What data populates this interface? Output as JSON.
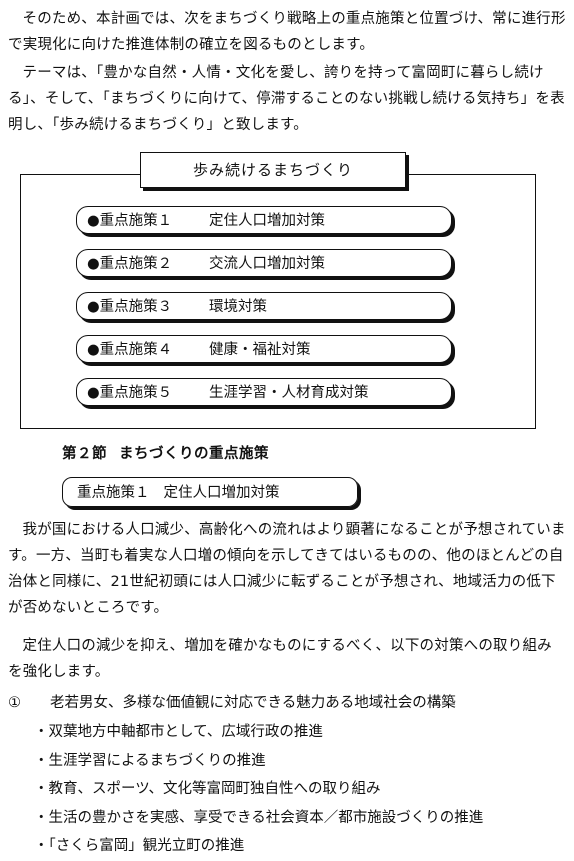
{
  "intro": {
    "paragraph1": "そのため、本計画では、次をまちづくり戦略上の重点施策と位置づけ、常に進行形で実現化に向けた推進体制の確立を図るものとします。",
    "paragraph2": "テーマは、「豊かな自然・人情・文化を愛し、誇りを持って富岡町に暮らし続ける」、そして、「まちづくりに向けて、停滞することのない挑戦し続ける気持ち」を表明し、「歩み続けるまちづくり」と致します。"
  },
  "diagram": {
    "title": "歩み続けるまちづくり",
    "measures": [
      {
        "number": "●重点施策１",
        "label": "定住人口増加対策"
      },
      {
        "number": "●重点施策２",
        "label": "交流人口増加対策"
      },
      {
        "number": "●重点施策３",
        "label": "環境対策"
      },
      {
        "number": "●重点施策４",
        "label": "健康・福祉対策"
      },
      {
        "number": "●重点施策５",
        "label": "生涯学習・人材育成対策"
      }
    ]
  },
  "section": {
    "number": "第２節",
    "title": "まちづくりの重点施策"
  },
  "subsection": {
    "number": "重点施策１",
    "title": "定住人口増加対策"
  },
  "body": {
    "paragraph1": "我が国における人口減少、高齢化への流れはより顕著になることが予想されています。一方、当町も着実な人口増の傾向を示してきてはいるものの、他のほとんどの自治体と同様に、21世紀初頭には人口減少に転ずることが予想され、地域活力の低下が否めないところです。",
    "paragraph2": "定住人口の減少を抑え、増加を確かなものにするべく、以下の対策への取り組みを強化します。"
  },
  "item1": {
    "marker": "①",
    "heading": "老若男女、多様な価値観に対応できる魅力ある地域社会の構築",
    "bullets": [
      "・双葉地方中軸都市として、広域行政の推進",
      "・生涯学習によるまちづくりの推進",
      "・教育、スポーツ、文化等富岡町独自性への取り組み",
      "・生活の豊かさを実感、享受できる社会資本／都市施設づくりの推進",
      "・「さくら富岡」観光立町の推進"
    ]
  }
}
